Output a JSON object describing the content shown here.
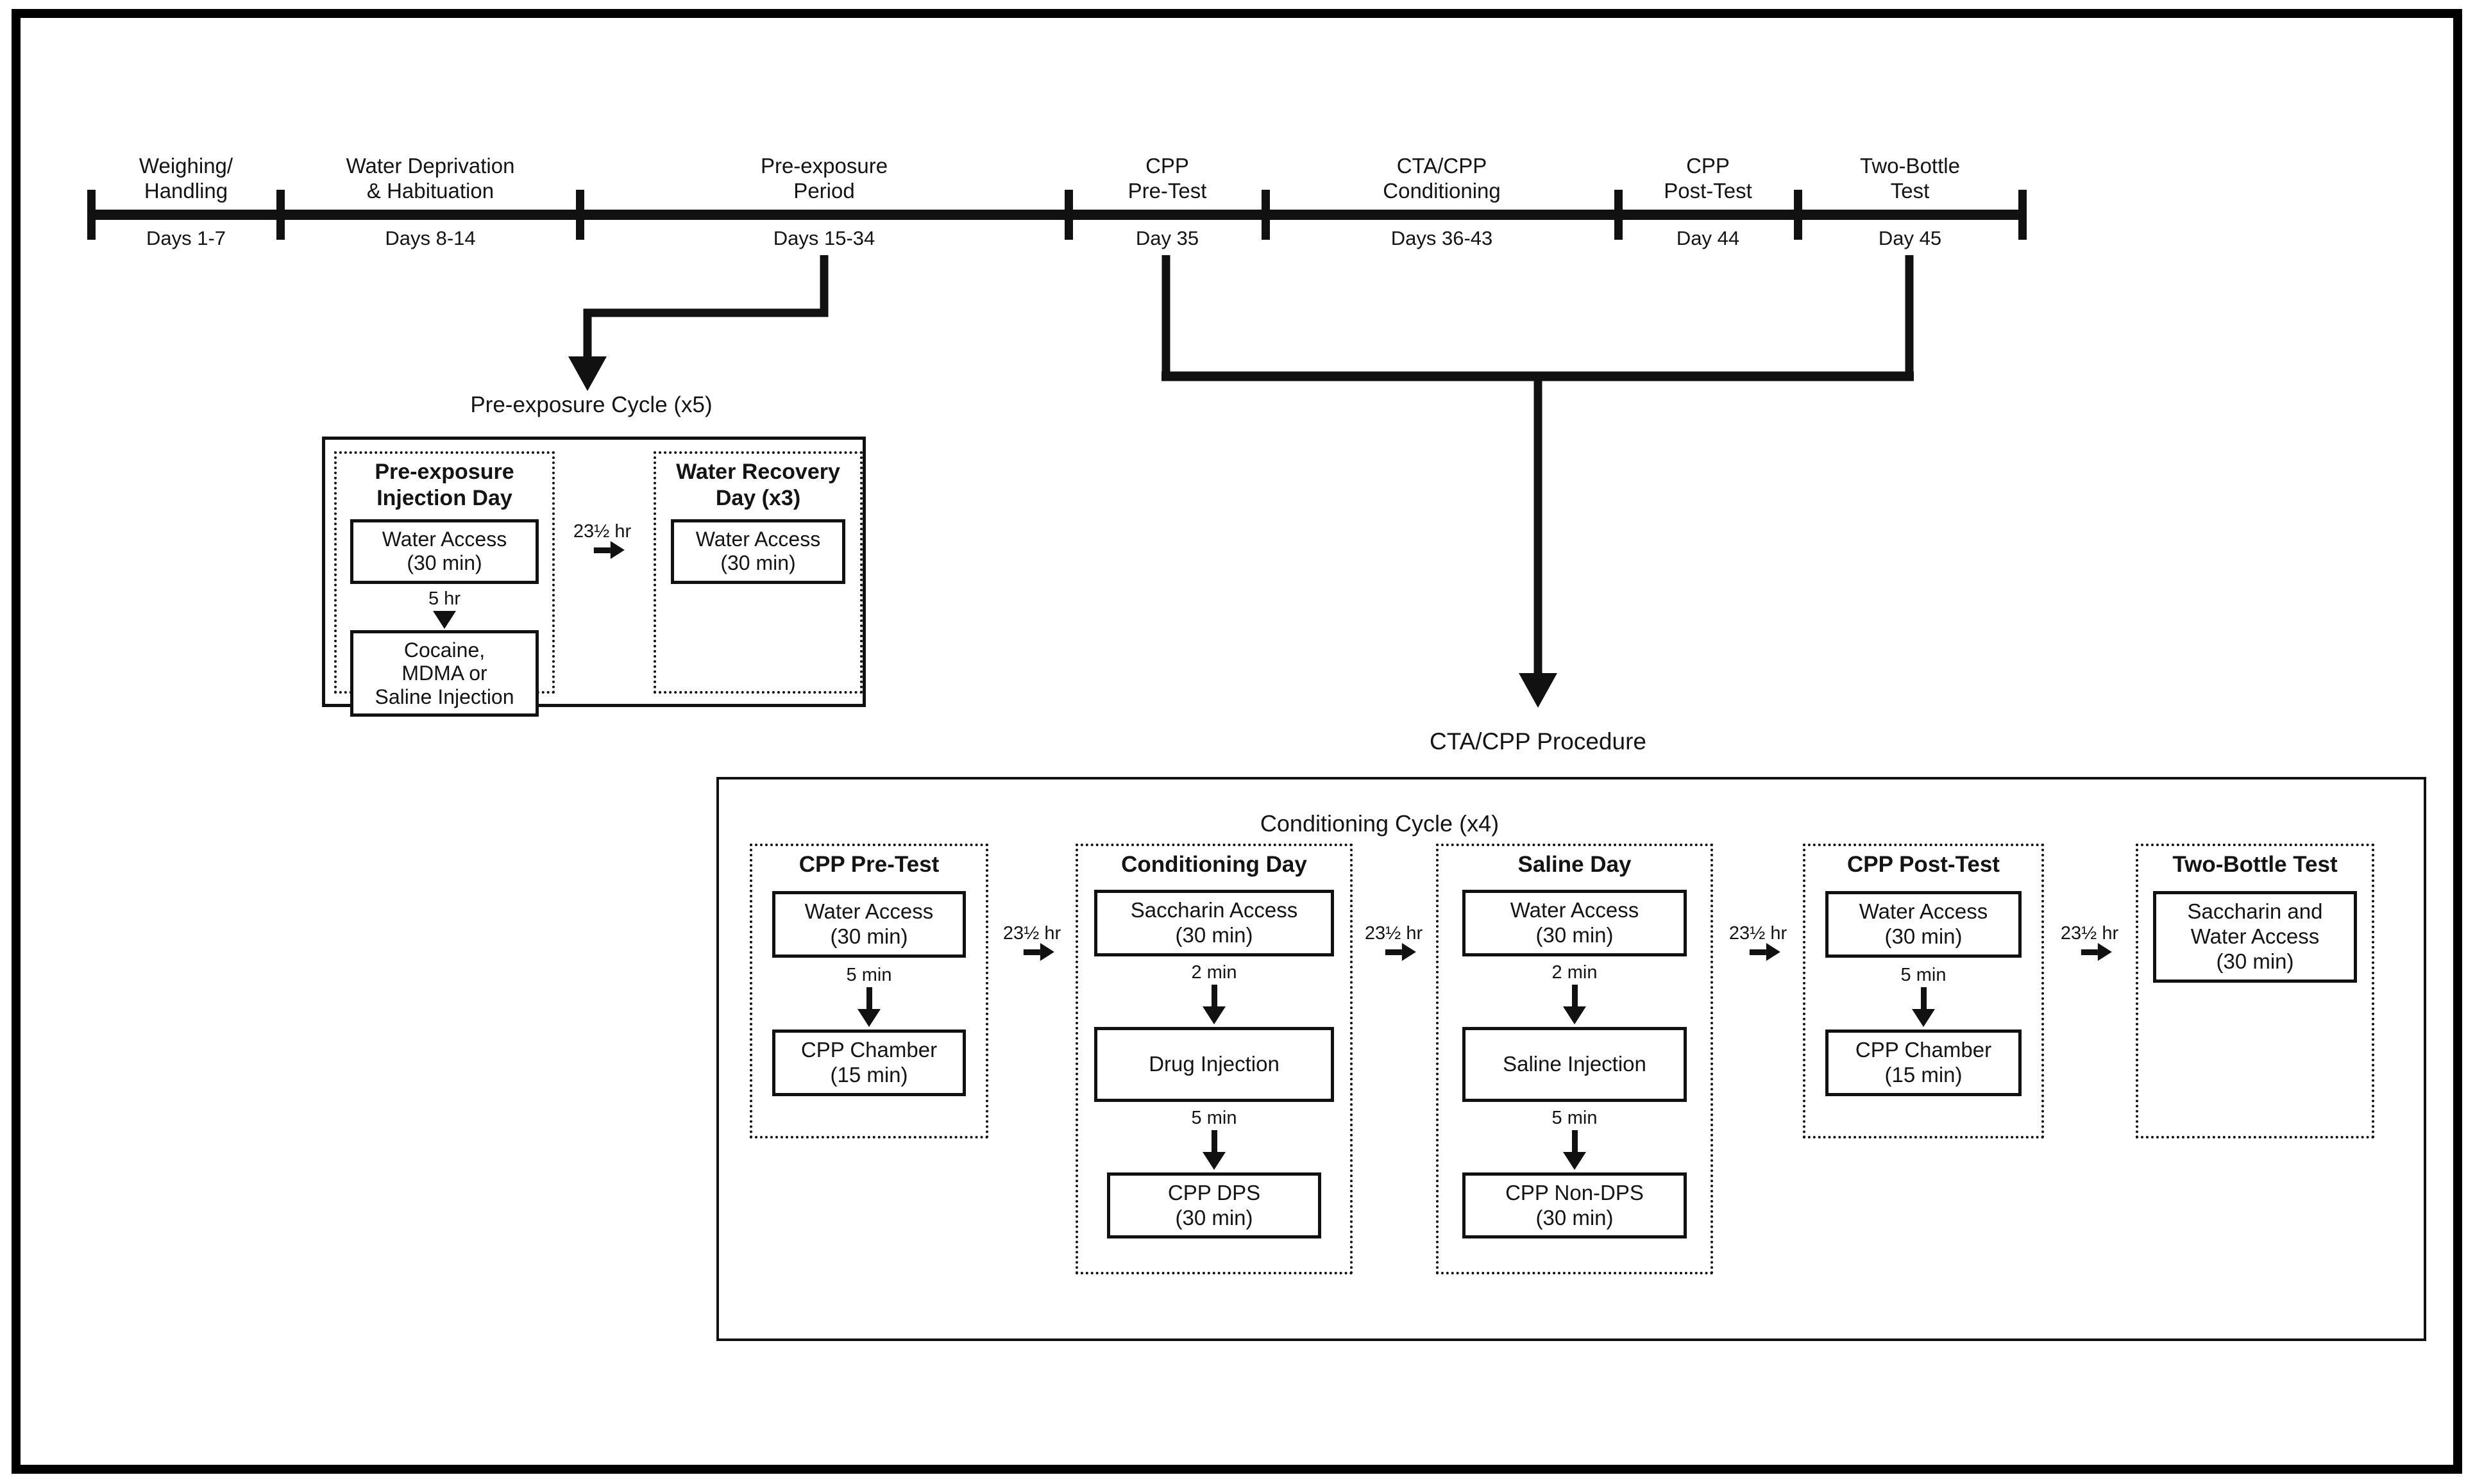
{
  "figure": {
    "timeline": {
      "phases": [
        {
          "lines": [
            "Weighing/",
            "Handling"
          ],
          "days": "Days 1-7"
        },
        {
          "lines": [
            "Water Deprivation",
            "& Habituation"
          ],
          "days": "Days 8-14"
        },
        {
          "lines": [
            "Pre-exposure",
            "Period"
          ],
          "days": "Days 15-34"
        },
        {
          "lines": [
            "CPP",
            "Pre-Test"
          ],
          "days": "Day 35"
        },
        {
          "lines": [
            "CTA/CPP",
            "Conditioning"
          ],
          "days": "Days 36-43"
        },
        {
          "lines": [
            "CPP",
            "Post-Test"
          ],
          "days": "Day 44"
        },
        {
          "lines": [
            "Two-Bottle",
            "Test"
          ],
          "days": "Day 45"
        }
      ]
    },
    "preexposure_cycle": {
      "title": "Pre-exposure Cycle (x5)",
      "injection_day": {
        "header_lines": [
          "Pre-exposure",
          "Injection Day"
        ],
        "box1_lines": [
          "Water Access",
          "(30 min)"
        ],
        "interval1": "5 hr",
        "box2_lines": [
          "Cocaine,",
          "MDMA or",
          "Saline Injection"
        ]
      },
      "between_interval": "23½ hr",
      "recovery_day": {
        "header_lines": [
          "Water Recovery",
          "Day (x3)"
        ],
        "box1_lines": [
          "Water Access",
          "(30 min)"
        ]
      }
    },
    "procedure": {
      "label": "CTA/CPP Procedure",
      "cycle_title": "Conditioning Cycle (x4)",
      "between_intervals": [
        "23½ hr",
        "23½ hr",
        "23½ hr",
        "23½ hr"
      ],
      "columns": [
        {
          "header": "CPP Pre-Test",
          "box1_lines": [
            "Water Access",
            "(30 min)"
          ],
          "interval1": "5 min",
          "box2_lines": [
            "CPP Chamber",
            "(15 min)"
          ]
        },
        {
          "header": "Conditioning Day",
          "box1_lines": [
            "Saccharin Access",
            "(30 min)"
          ],
          "interval1": "2 min",
          "box2_lines": [
            "Drug Injection"
          ],
          "interval2": "5 min",
          "box3_lines": [
            "CPP DPS",
            "(30 min)"
          ]
        },
        {
          "header": "Saline Day",
          "box1_lines": [
            "Water Access",
            "(30 min)"
          ],
          "interval1": "2 min",
          "box2_lines": [
            "Saline Injection"
          ],
          "interval2": "5 min",
          "box3_lines": [
            "CPP Non-DPS",
            "(30 min)"
          ]
        },
        {
          "header": "CPP Post-Test",
          "box1_lines": [
            "Water Access",
            "(30 min)"
          ],
          "interval1": "5 min",
          "box2_lines": [
            "CPP Chamber",
            "(15 min)"
          ]
        },
        {
          "header": "Two-Bottle Test",
          "box1_lines": [
            "Saccharin and",
            "Water Access",
            "(30 min)"
          ]
        }
      ]
    }
  }
}
